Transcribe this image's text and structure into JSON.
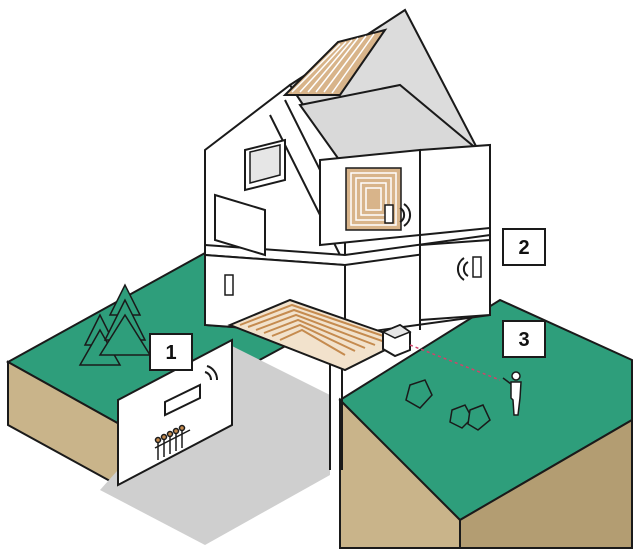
{
  "callouts": [
    {
      "id": "1",
      "text": "1"
    },
    {
      "id": "2",
      "text": "2"
    },
    {
      "id": "3",
      "text": "3"
    }
  ],
  "colors": {
    "grass": "#2e9e7b",
    "soil": "#c9b48a",
    "soil_dark": "#b39d72",
    "basement_floor": "#cfcfcf",
    "wall": "#ffffff",
    "outline": "#1a1a1a",
    "heating_pipes": "#c58b4f",
    "heating_panel": "#d8b48a",
    "tree": "#2e9e7b",
    "signal_line": "#d0436b"
  },
  "icons": [
    "tree-icon",
    "bush-icon",
    "person-icon",
    "wifi-signal-icon",
    "thermostat-icon",
    "heat-pump-icon",
    "manifold-icon"
  ]
}
